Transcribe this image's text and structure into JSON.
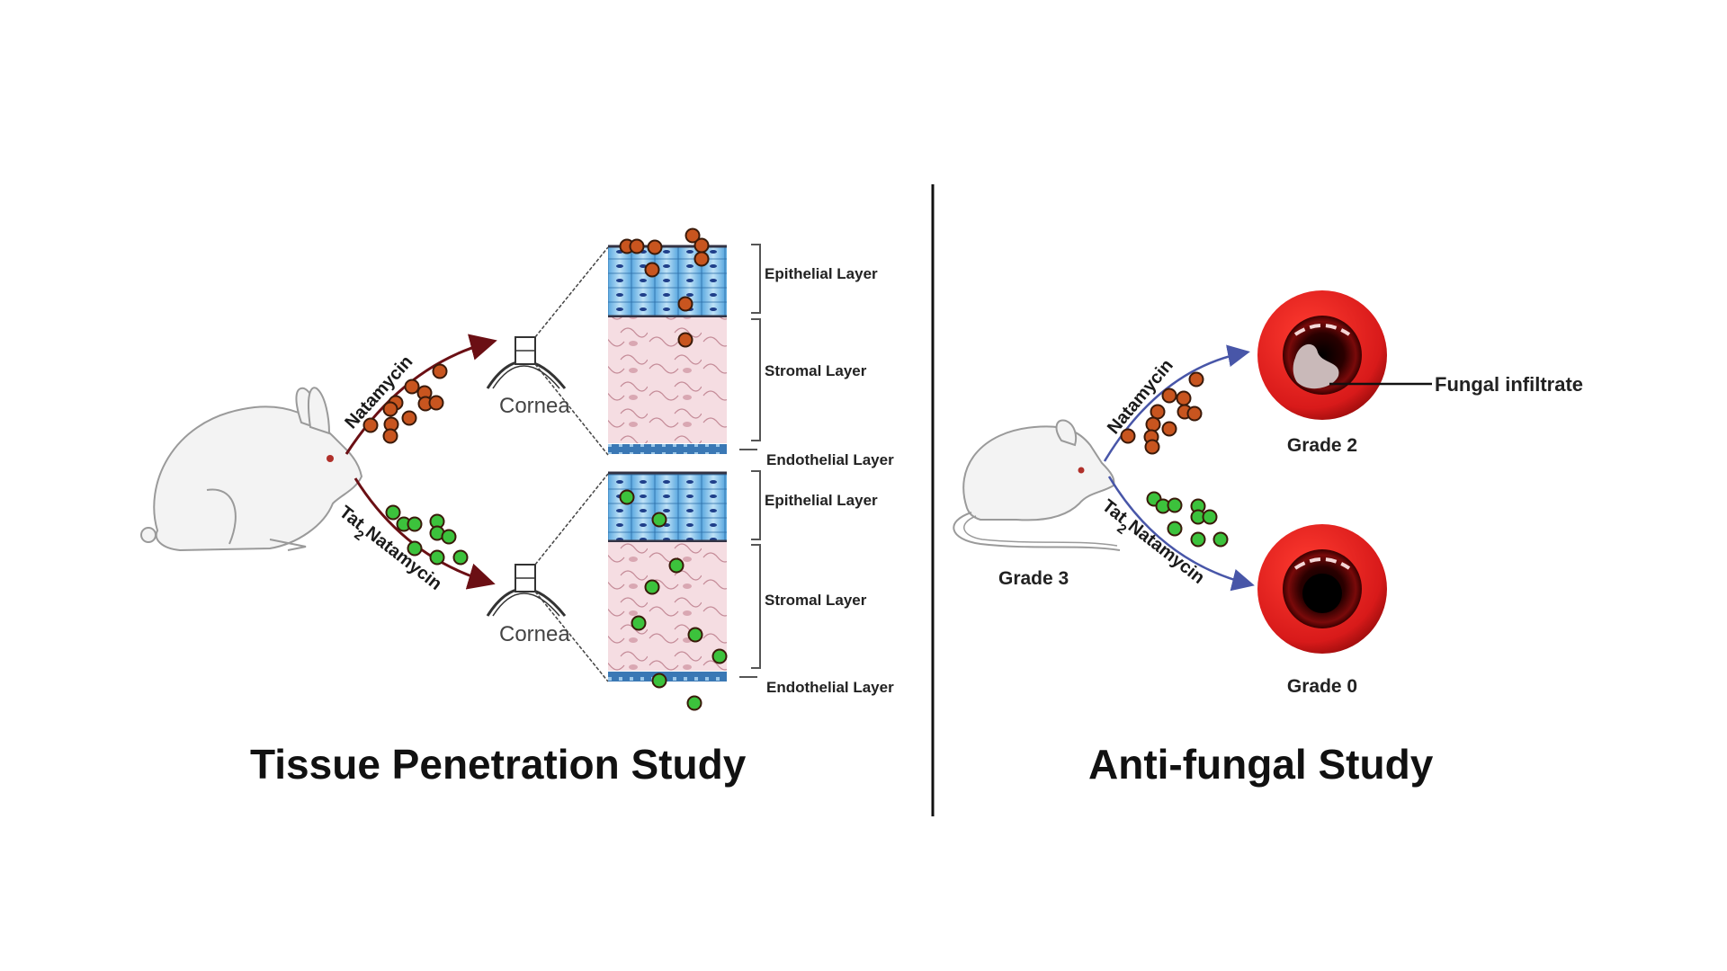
{
  "left_panel": {
    "title": "Tissue Penetration Study",
    "animal": "rabbit",
    "arrow_color": "#6b0f14",
    "upper": {
      "drug": "Natamycin",
      "particle_color": "#c8551f",
      "cornea_label": "Cornea",
      "layers": [
        "Epithelial Layer",
        "Stromal Layer",
        "Endothelial Layer"
      ]
    },
    "lower": {
      "drug_prefix": "Tat",
      "drug_subscript": "2",
      "drug_suffix": "Natamycin",
      "particle_color": "#3cc23c",
      "cornea_label": "Cornea",
      "layers": [
        "Epithelial Layer",
        "Stromal Layer",
        "Endothelial Layer"
      ]
    }
  },
  "right_panel": {
    "title": "Anti-fungal Study",
    "animal": "mouse",
    "animal_label": "Grade 3",
    "arrow_color": "#4856a8",
    "upper": {
      "drug": "Natamycin",
      "outcome_label": "Grade 2",
      "annotation": "Fungal infiltrate"
    },
    "lower": {
      "drug_prefix": "Tat",
      "drug_subscript": "2",
      "drug_suffix": "Natamycin",
      "outcome_label": "Grade 0"
    }
  },
  "icons": {
    "rabbit": "rabbit-icon",
    "mouse": "mouse-icon",
    "cornea": "cornea-icon",
    "eye": "eye-icon",
    "particle": "drug-particle-icon"
  }
}
